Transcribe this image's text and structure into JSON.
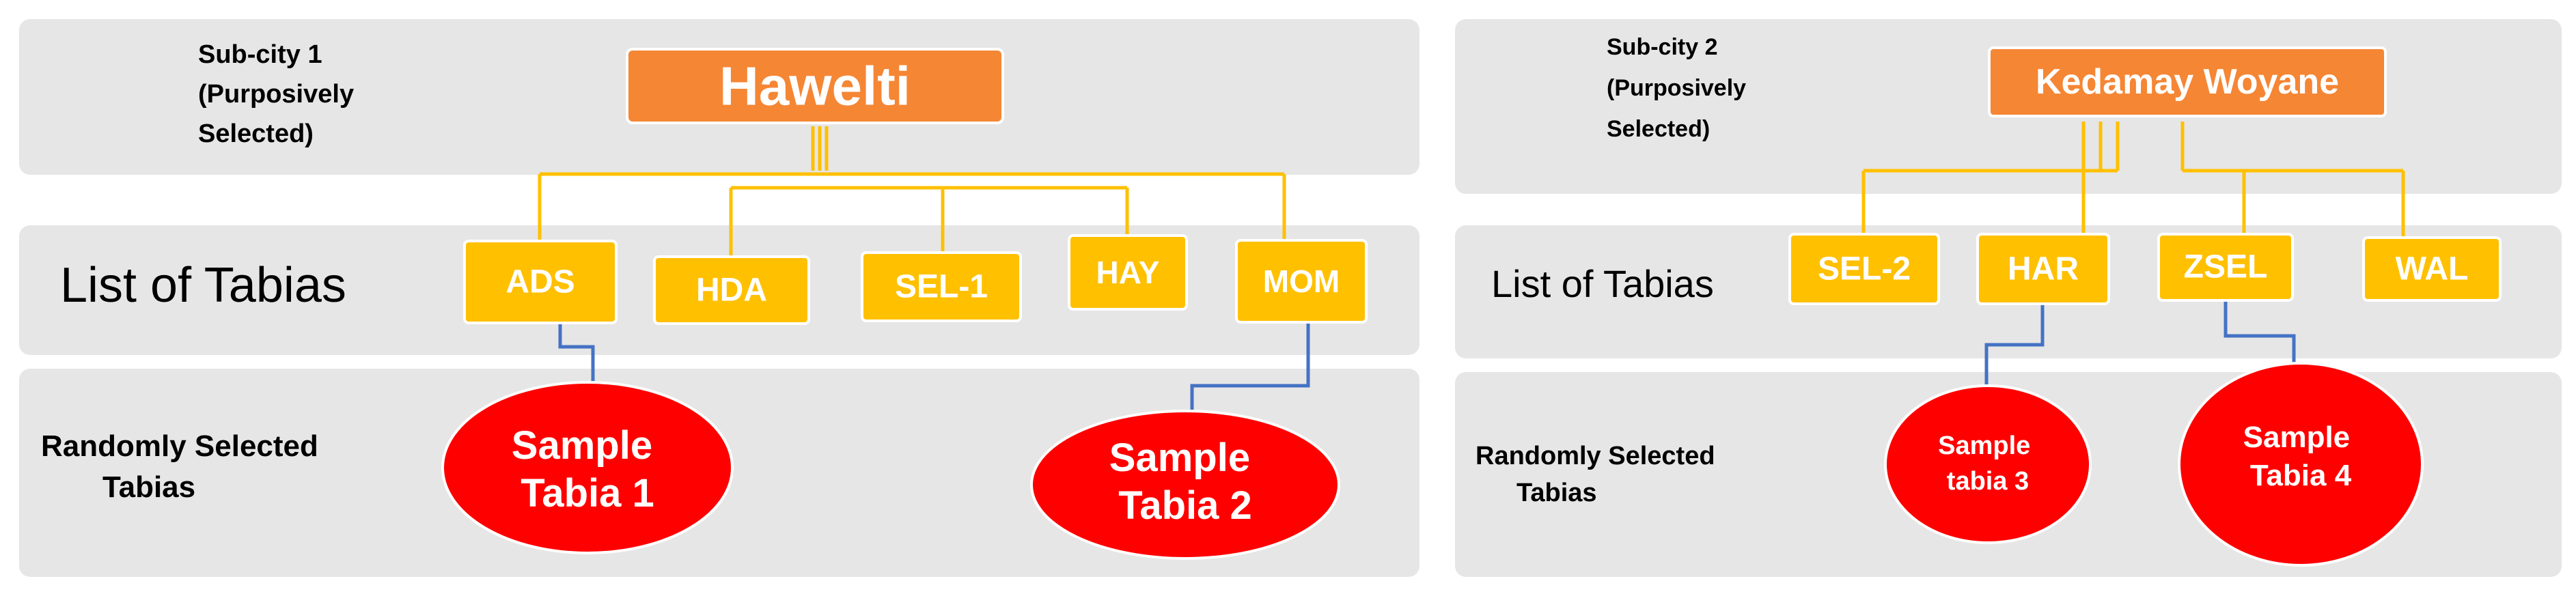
{
  "panels": [
    {
      "subcity_label": [
        "Sub-city 1",
        "(Purposively",
        "Selected)"
      ],
      "subcity_name": "Hawelti",
      "row_label": "List of Tabias",
      "random_label": [
        "Randomly Selected",
        "Tabias"
      ],
      "tabias": [
        "ADS",
        "HDA",
        "SEL-1",
        "HAY",
        "MOM"
      ],
      "samples": [
        {
          "lines": [
            "Sample",
            "Tabia 1"
          ],
          "from": "ADS"
        },
        {
          "lines": [
            "Sample",
            "Tabia 2"
          ],
          "from": "MOM"
        }
      ]
    },
    {
      "subcity_label": [
        "Sub-city 2",
        "(Purposively",
        "Selected)"
      ],
      "subcity_name": "Kedamay Woyane",
      "row_label": "List of Tabias",
      "random_label": [
        "Randomly Selected",
        "Tabias"
      ],
      "tabias": [
        "SEL-2",
        "HAR",
        "ZSEL",
        "WAL"
      ],
      "samples": [
        {
          "lines": [
            "Sample",
            "tabia 3"
          ],
          "from": "HAR"
        },
        {
          "lines": [
            "Sample",
            "Tabia 4"
          ],
          "from": "ZSEL"
        }
      ]
    }
  ],
  "colors": {
    "band": "#e6e6e6",
    "subcity_box": "#f58634",
    "tabia_box": "#ffc000",
    "sample_ellipse": "#ff0000",
    "tree_connector": "#ffc000",
    "sample_connector": "#4472c4"
  }
}
